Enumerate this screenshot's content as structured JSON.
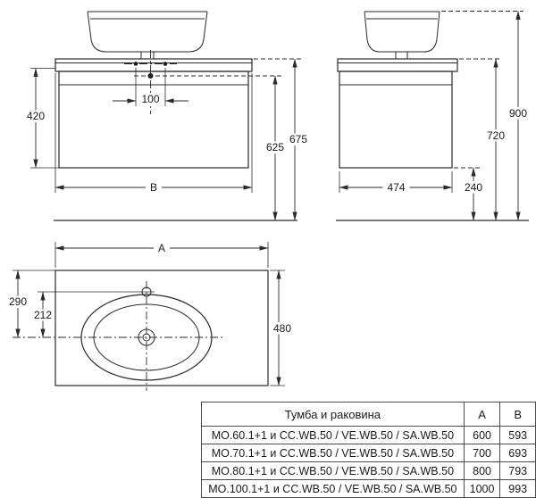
{
  "drawing": {
    "front_view": {
      "dim_cabinet_height": "420",
      "dim_faucet_spacing": "100",
      "dim_width": "B",
      "dim_drain_height": "625",
      "dim_counter_height": "675"
    },
    "side_view": {
      "dim_depth": "474",
      "dim_floor_clearance": "240",
      "dim_counter_height": "720",
      "dim_total_height": "900"
    },
    "top_view": {
      "dim_width": "A",
      "dim_edge_to_center": "290",
      "dim_faucet_to_center": "212",
      "dim_depth": "480"
    }
  },
  "table": {
    "headers": {
      "name": "Тумба и раковина",
      "a": "A",
      "b": "B"
    },
    "rows": [
      {
        "name": "MO.60.1+1 и CC.WB.50 / VE.WB.50 / SA.WB.50",
        "a": "600",
        "b": "593"
      },
      {
        "name": "MO.70.1+1 и CC.WB.50 / VE.WB.50 / SA.WB.50",
        "a": "700",
        "b": "693"
      },
      {
        "name": "MO.80.1+1 и CC.WB.50 / VE.WB.50 / SA.WB.50",
        "a": "800",
        "b": "793"
      },
      {
        "name": "MO.100.1+1 и CC.WB.50 / VE.WB.50 / SA.WB.50",
        "a": "1000",
        "b": "993"
      }
    ]
  },
  "colors": {
    "line": "#2a2a2a",
    "background": "#ffffff",
    "table_border": "#4a4a4a"
  }
}
